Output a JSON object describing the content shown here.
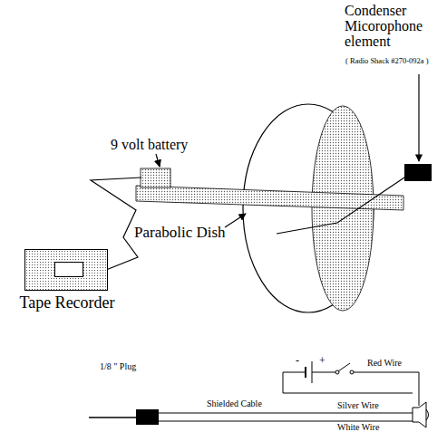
{
  "diagram": {
    "nodes": [
      {
        "text": [
          "Tape Recorder"
        ]
      }
    ],
    "labels": [
      "Condenser Micorophone element",
      "( Radio Shack #270-092a )",
      "9 volt battery",
      "Parabolic Dish",
      "1/8 \" Plug",
      "Shielded Cable",
      "Red Wire",
      "Silver Wire",
      "White Wire",
      "-",
      "+"
    ]
  }
}
